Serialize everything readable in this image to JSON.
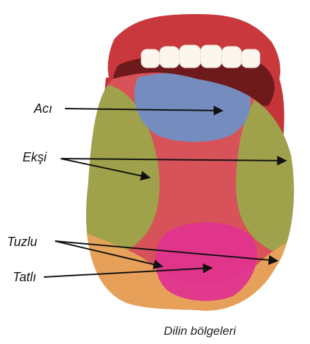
{
  "labels": {
    "bitter": "Acı",
    "sour": "Ekşi",
    "salty": "Tuzlu",
    "sweet": "Tatlı"
  },
  "caption": "Dilin bölgeleri",
  "colors": {
    "lip": "#c8383c",
    "lip_dark": "#9e2a2e",
    "mouth": "#6e1a1c",
    "teeth": "#fbf7ef",
    "tongue": "#d8525a",
    "bitter_zone": "#6f8fc4",
    "sour_zone": "#9aa84a",
    "salty_zone": "#e8a45a",
    "sweet_zone": "#e0348e",
    "arrow": "#111111"
  }
}
